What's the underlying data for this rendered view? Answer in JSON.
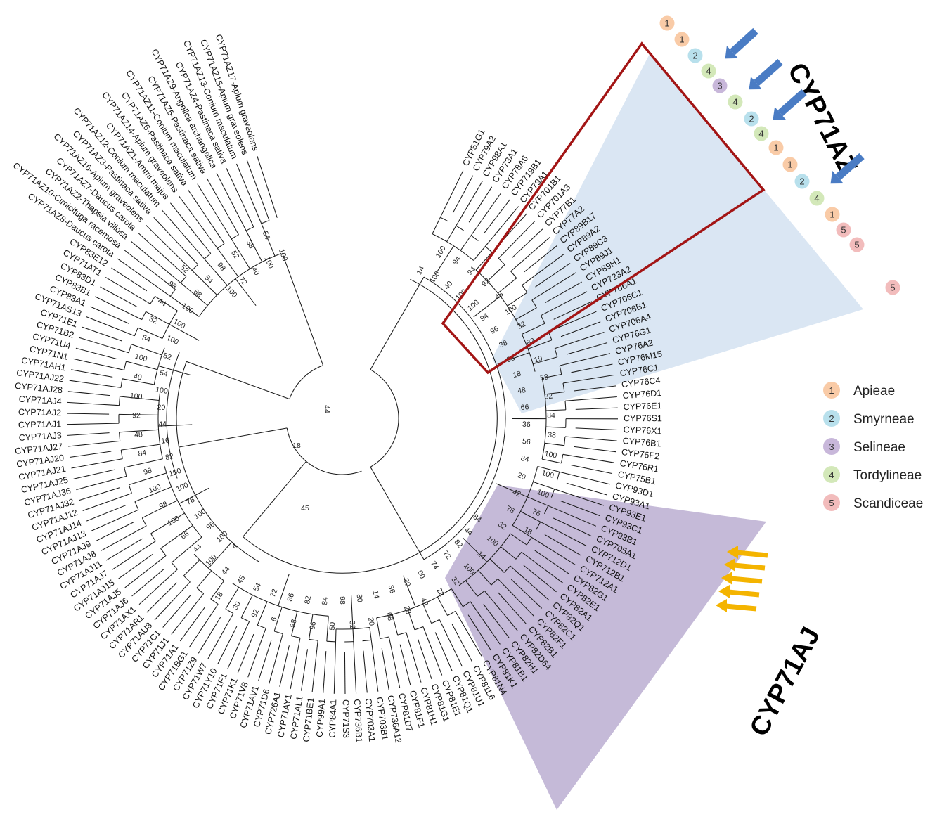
{
  "tree": {
    "leaves": [
      "CYP51G1",
      "CYP79A2",
      "CYP98A1",
      "CYP73A1",
      "CYP78A6",
      "CYP719B1",
      "CYP79A1",
      "CYP701B1",
      "CYP701A3",
      "CYP77B1",
      "CYP77A2",
      "CYP89B17",
      "CYP89A2",
      "CYP89C3",
      "CYP89J1",
      "CYP89H1",
      "CYP723A2",
      "CYP706A1",
      "CYP706C1",
      "CYP706B1",
      "CYP706A4",
      "CYP76G1",
      "CYP76A2",
      "CYP76M15",
      "CYP76C1",
      "CYP76C4",
      "CYP76D1",
      "CYP76E1",
      "CYP76S1",
      "CYP76X1",
      "CYP76B1",
      "CYP76F2",
      "CYP76R1",
      "CYP75B1",
      "CYP93D1",
      "CYP93A1",
      "CYP93E1",
      "CYP93C1",
      "CYP93B1",
      "CYP705A1",
      "CYP712D1",
      "CYP712B1",
      "CYP712A1",
      "CYP82G1",
      "CYP82E1",
      "CYP82A1",
      "CYP82Q1",
      "CYP82C1",
      "CYP82F1",
      "CYP82B1",
      "CYP82D64",
      "CYP82H1",
      "CYP81B1",
      "CYP81K1",
      "CYP81N4",
      "CYP81L6",
      "CYP81U1",
      "CYP81Q1",
      "CYP81E1",
      "CYP81G1",
      "CYP81H1",
      "CYP81F1",
      "CYP81D7",
      "CYP736A12",
      "CYP703B1",
      "CYP703A1",
      "CYP736B1",
      "CYP71S3",
      "CYP84A1",
      "CYP99A1",
      "CYP71BE1",
      "CYP71AL1",
      "CYP71AY1",
      "CYP726A1",
      "CYP71D6",
      "CYP71AV1",
      "CYP71V8",
      "CYP71K1",
      "CYP71F1",
      "CYP71Y10",
      "CYP71W7",
      "CYP71Z9",
      "CYP71BG1",
      "CYP71A1",
      "CYP71J1",
      "CYP71C1",
      "CYP71AU8",
      "CYP71AR1",
      "CYP71AX1",
      "CYP71AJ6",
      "CYP71AJ5",
      "CYP71AJ15",
      "CYP71AJ7",
      "CYP71AJ11",
      "CYP71AJ8",
      "CYP71AJ9",
      "CYP71AJ13",
      "CYP71AJ14",
      "CYP71AJ12",
      "CYP71AJ32",
      "CYP71AJ36",
      "CYP71AJ25",
      "CYP71AJ21",
      "CYP71AJ20",
      "CYP71AJ27",
      "CYP71AJ3",
      "CYP71AJ1",
      "CYP71AJ2",
      "CYP71AJ4",
      "CYP71AJ28",
      "CYP71AJ22",
      "CYP71AH1",
      "CYP71N1",
      "CYP71U4",
      "CYP71B2",
      "CYP71E1",
      "CYP71AS13",
      "CYP83A1",
      "CYP83B1",
      "CYP83D1",
      "CYP71AT1",
      "CYP83E12",
      "CYP71AZ8-Daucus carota",
      "CYP71AZ10-Cimicifuga racemosa",
      "CYP71AZ2-Thapsia villosa",
      "CYP71AZ7-Daucus carota",
      "CYP71AZ16-Apium graveolens",
      "CYP71AZ3-Pastinaca sativa",
      "CYP71AZ12-Conium maculatum",
      "CYP71AZ1-Ammi majus",
      "CYP71AZ14-Apium graveolens",
      "CYP71AZ6-Pastinaca sativa",
      "CYP71AZ11-Conium maculatum",
      "CYP71AZ5-Pastinaca sativa",
      "CYP71AZ9-Angelica archangelica",
      "CYP71AZ4-Pastinaca sativa",
      "CYP71AZ13-Conium maculatum",
      "CYP71AZ15-Apium graveolens",
      "CYP71AZ17-Apium graveolens"
    ],
    "bootstrap": [
      "14",
      "100",
      "100",
      "94",
      "40",
      "94",
      "100",
      "92",
      "100",
      "48",
      "94",
      "100",
      "96",
      "32",
      "38",
      "82",
      "98",
      "19",
      "18",
      "58",
      "48",
      "32",
      "66",
      "84",
      "36",
      "38",
      "56",
      "100",
      "84",
      "100",
      "20",
      "100",
      "42",
      "76",
      "78",
      "18",
      "32",
      "84",
      "100",
      "44",
      "14",
      "82",
      "100",
      "72",
      "32",
      "74",
      "22",
      "00",
      "42",
      "30",
      "28",
      "36",
      "08",
      "14",
      "20",
      "30",
      "32",
      "98",
      "50",
      "84",
      "96",
      "82",
      "98",
      "86",
      "6",
      "72",
      "92",
      "54",
      "30",
      "45",
      "18",
      "44",
      "4",
      "100",
      "100",
      "44",
      "96",
      "66",
      "100",
      "100",
      "78",
      "98",
      "100",
      "100",
      "100",
      "98",
      "82",
      "84",
      "16",
      "48",
      "44",
      "92",
      "20",
      "100",
      "100",
      "40",
      "54",
      "100",
      "52",
      "54",
      "100",
      "32",
      "100",
      "44",
      "100",
      "98",
      "68",
      "52",
      "54",
      "100",
      "98",
      "72",
      "52",
      "40",
      "38",
      "100",
      "54",
      "100"
    ],
    "center_labels": [
      "18",
      "45",
      "44"
    ]
  },
  "clades": {
    "az": {
      "title": "CYP71AZ"
    },
    "aj": {
      "title": "CYP71AJ"
    }
  },
  "badges": [
    "1",
    "1",
    "2",
    "4",
    "3",
    "4",
    "2",
    "4",
    "1",
    "1",
    "2",
    "4",
    "1",
    "5",
    "5",
    "5"
  ],
  "legend": [
    {
      "num": "1",
      "label": "Apieae",
      "color": "#f9cba7"
    },
    {
      "num": "2",
      "label": "Smyrneae",
      "color": "#b8e0ec"
    },
    {
      "num": "3",
      "label": "Selineae",
      "color": "#c8b7da"
    },
    {
      "num": "4",
      "label": "Tordylineae",
      "color": "#d3e8b9"
    },
    {
      "num": "5",
      "label": "Scandiceae",
      "color": "#f2bcbc"
    }
  ],
  "colors": {
    "az_highlight": "#d3e2f1",
    "aj_highlight": "#bfb2d4",
    "az_box": "#a31515",
    "blue_arrow": "#4a7cc4",
    "yellow_arrow": "#f4b400"
  }
}
